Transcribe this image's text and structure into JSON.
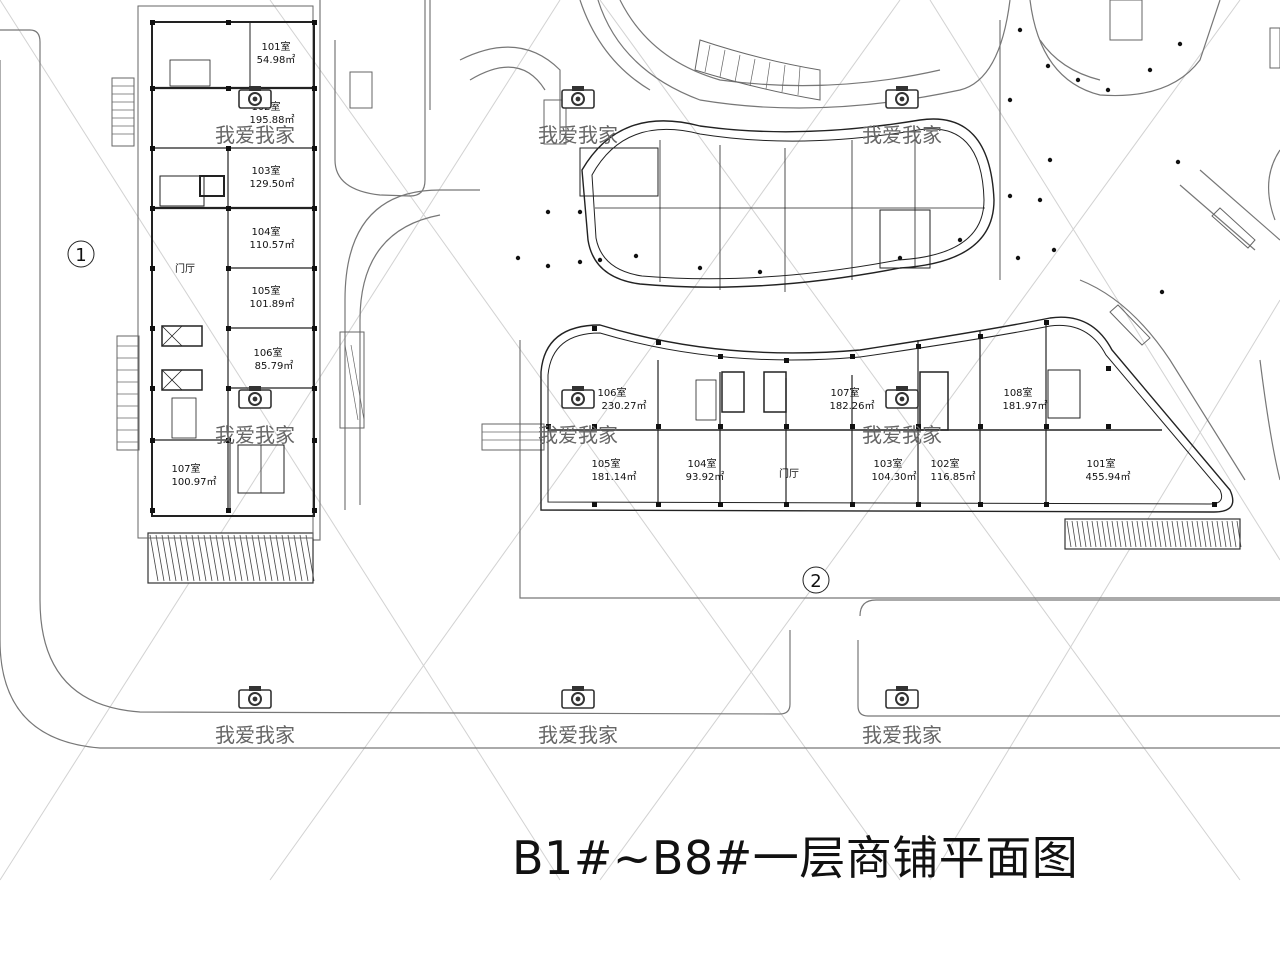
{
  "title": "B1#~B8#一层商铺平面图",
  "watermark": "我爱我家",
  "markers": [
    "1",
    "2"
  ],
  "building_left": {
    "rooms": [
      {
        "name": "101室",
        "area": "54.98㎡"
      },
      {
        "name": "102室",
        "area": "195.88㎡"
      },
      {
        "name": "103室",
        "area": "129.50㎡"
      },
      {
        "name": "104室",
        "area": "110.57㎡"
      },
      {
        "name": "105室",
        "area": "101.89㎡"
      },
      {
        "name": "106室",
        "area": "85.79㎡"
      },
      {
        "name": "107室",
        "area": "100.97㎡"
      }
    ],
    "lobby": "门厅"
  },
  "building_right": {
    "rooms": [
      {
        "name": "106室",
        "area": "230.27㎡"
      },
      {
        "name": "105室",
        "area": "181.14㎡"
      },
      {
        "name": "104室",
        "area": "93.92㎡"
      },
      {
        "name": "107室",
        "area": "182.26㎡"
      },
      {
        "name": "103室",
        "area": "104.30㎡"
      },
      {
        "name": "102室",
        "area": "116.85㎡"
      },
      {
        "name": "108室",
        "area": "181.97㎡"
      },
      {
        "name": "101室",
        "area": "455.94㎡"
      }
    ],
    "lobby": "门厅"
  },
  "colors": {
    "line": "#444444",
    "watermark": "#888888",
    "column": "#111111"
  }
}
